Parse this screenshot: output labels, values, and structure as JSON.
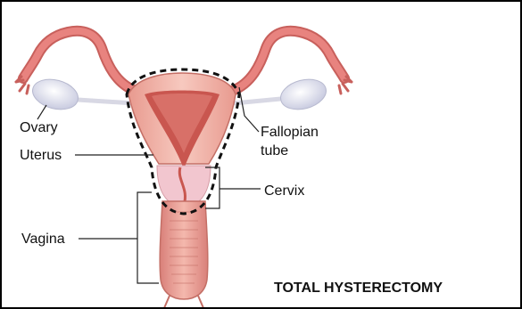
{
  "labels": {
    "ovary": "Ovary",
    "uterus": "Uterus",
    "fallopian_line1": "Fallopian",
    "fallopian_line2": "tube",
    "cervix": "Cervix",
    "vagina": "Vagina"
  },
  "title": "TOTAL HYSTERECTOMY",
  "colors": {
    "tube": "#e8837f",
    "tube_dark": "#c8605c",
    "uterus_wall": "#f3b9ae",
    "uterus_cavity": "#c9564f",
    "cervix_region": "#f2c6cf",
    "vagina": "#eaa096",
    "ovary": "#dfe0ee",
    "removal_outline": "#111111"
  }
}
